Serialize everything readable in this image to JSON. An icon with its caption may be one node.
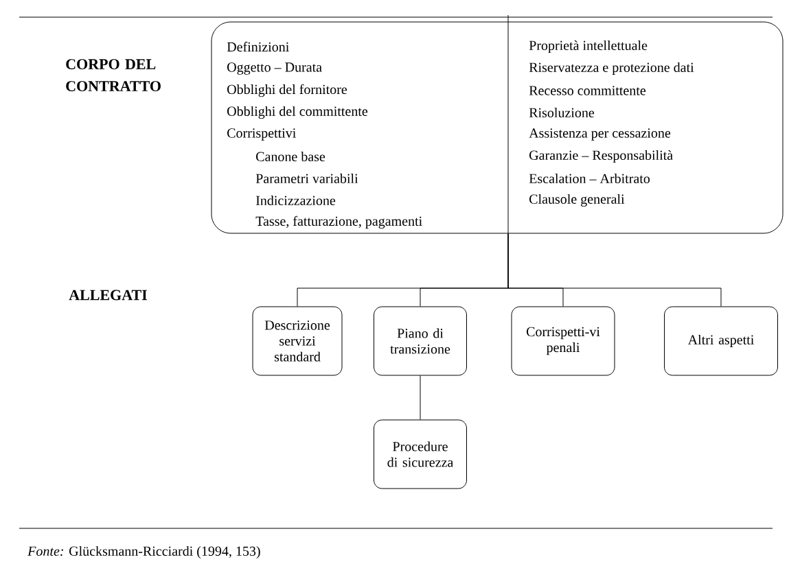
{
  "diagram": {
    "caption": "*Fonte:* Glücksmann-Ricciardi (1994, 153)",
    "nodes": [
      {
        "text": [
          "Definizioni",
          "Oggetto – Durata",
          "Obblighi del fornitore",
          "Obblighi del committente",
          "Corrispettivi",
          "Canone base",
          "Parametri variabili",
          "Indicizzazione",
          "Tasse, fatturazione, pagamenti",
          "Proprietà intellettuale",
          "Riservatezza e protezione dati",
          "Recesso committente",
          "Risoluzione",
          "Assistenza per cessazione",
          "Garanzie – Responsabilità",
          "Escalation – Arbitrato",
          "Clausole generali"
        ]
      },
      {
        "text": [
          "Descrizione servizi standard"
        ]
      },
      {
        "text": [
          "Piano di transizione"
        ]
      },
      {
        "text": [
          "Corrispetti-vi penali"
        ]
      },
      {
        "text": [
          "Altri aspetti"
        ]
      },
      {
        "text": [
          "Procedure di sicurezza"
        ]
      }
    ],
    "edges": [
      {
        "from": 0,
        "to": 1,
        "arrow": "none"
      },
      {
        "from": 0,
        "to": 2,
        "arrow": "none"
      },
      {
        "from": 0,
        "to": 3,
        "arrow": "none"
      },
      {
        "from": 0,
        "to": 4,
        "arrow": "none"
      },
      {
        "from": 2,
        "to": 5,
        "arrow": "none"
      }
    ],
    "labels": [
      "CORPO DEL CONTRATTO",
      "ALLEGATI"
    ]
  }
}
